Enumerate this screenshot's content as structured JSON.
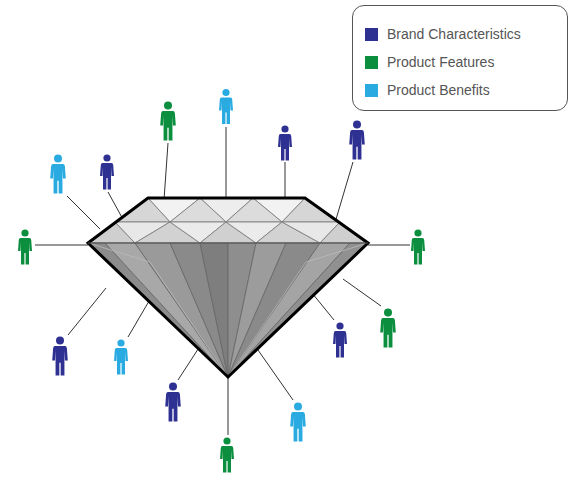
{
  "diagram": {
    "legend": [
      {
        "text": "Brand Characteristics",
        "color": "#2e3192"
      },
      {
        "text": "Product Features",
        "color": "#0b8f3f"
      },
      {
        "text": "Product Benefits",
        "color": "#29abe2"
      }
    ]
  }
}
